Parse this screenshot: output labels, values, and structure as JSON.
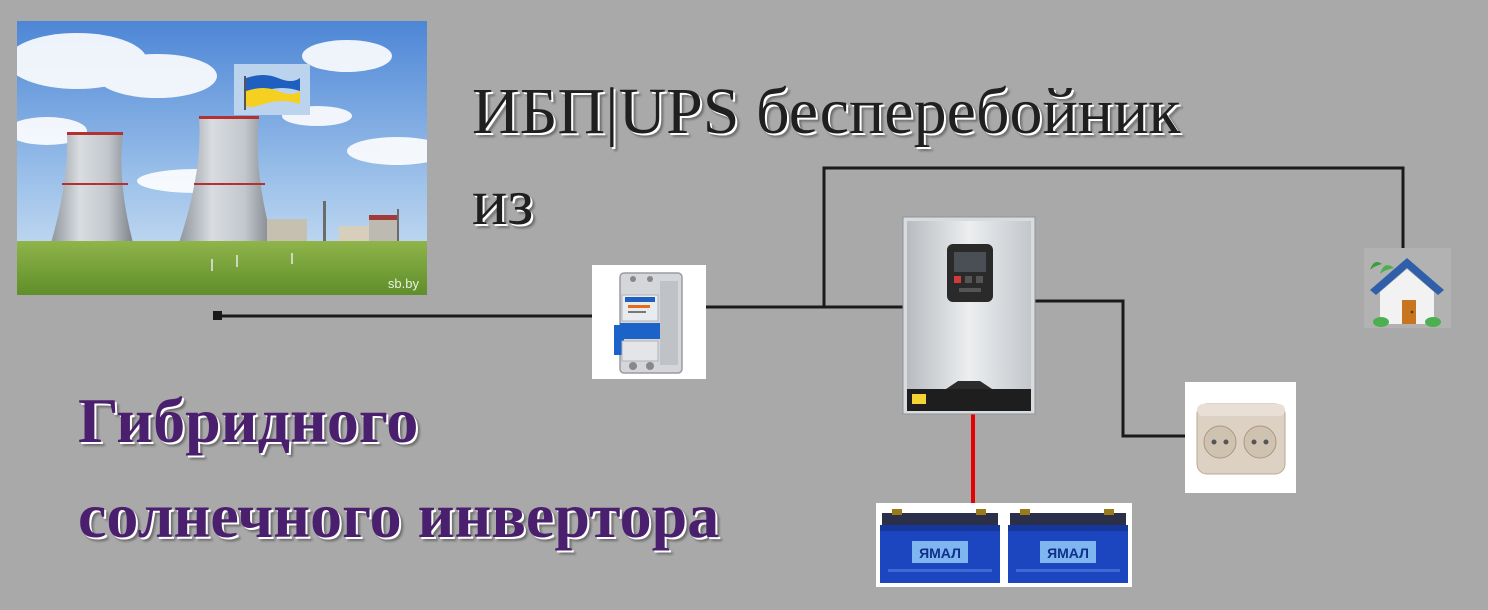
{
  "title": {
    "line1": "ИБП|UPS бесперебойник",
    "line2": "из"
  },
  "subtitle": {
    "line1": "Гибридного",
    "line2": "солнечного инвертора"
  },
  "photo": {
    "watermark": "sb.by"
  },
  "battery": {
    "label": "ЯМАЛ"
  },
  "colors": {
    "background": "#a9a9a9",
    "title": "#1f1f1f",
    "subtitle": "#4a1f6e",
    "wire": "#1a1a1a",
    "battery_wire": "#e60000",
    "flag_blue": "#1f5fbf",
    "flag_yellow": "#f5d020",
    "battery_body": "#1c45c0"
  },
  "icons": [
    "nuclear-plant-photo",
    "ukraine-flag-icon",
    "circuit-breaker-icon",
    "inverter-icon",
    "house-icon",
    "power-socket-icon",
    "battery-icon"
  ]
}
